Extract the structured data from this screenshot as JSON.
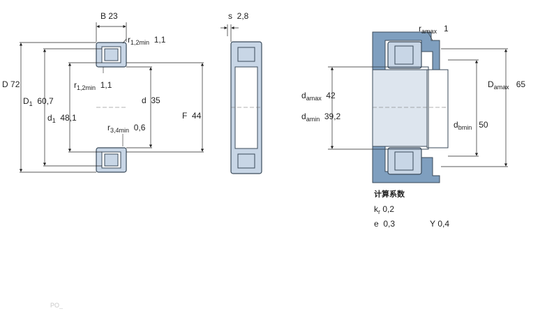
{
  "colors": {
    "ring_fill": "#c8d6e6",
    "ring_stroke": "#3a4a5a",
    "housing_fill": "#7f9fbf",
    "shaft_fill": "#dde5ee",
    "line": "#222222"
  },
  "section_view": {
    "B": {
      "sym": "B",
      "val": "23"
    },
    "r12_top": {
      "sym": "r",
      "sub": "1,2min",
      "val": "1,1"
    },
    "r12_inner": {
      "sym": "r",
      "sub": "1,2min",
      "val": "1,1"
    },
    "r34": {
      "sym": "r",
      "sub": "3,4min",
      "val": "0,6"
    },
    "D": {
      "sym": "D",
      "val": "72"
    },
    "D1": {
      "sym": "D",
      "sub": "1",
      "val": "60,7"
    },
    "d1": {
      "sym": "d",
      "sub": "1",
      "val": "48,1"
    },
    "d": {
      "sym": "d",
      "val": "35"
    },
    "F": {
      "sym": "F",
      "val": "44"
    }
  },
  "side_view": {
    "s": {
      "sym": "s",
      "val": "2,8"
    }
  },
  "mounting_view": {
    "ra": {
      "sym": "r",
      "sub": "amax",
      "val": "1"
    },
    "da_max": {
      "sym": "d",
      "sub": "amax",
      "val": "42"
    },
    "da_min": {
      "sym": "d",
      "sub": "amin",
      "val": "39,2"
    },
    "db_min": {
      "sym": "d",
      "sub": "bmin",
      "val": "50"
    },
    "Da_max": {
      "sym": "D",
      "sub": "amax",
      "val": "65"
    }
  },
  "calc_factors": {
    "title": "计算系数",
    "kr": {
      "sym": "k",
      "sub": "r",
      "val": "0,2"
    },
    "e": {
      "sym": "e",
      "val": "0,3"
    },
    "Y": {
      "sym": "Y",
      "val": "0,4"
    }
  },
  "footer_mark": "PO_"
}
